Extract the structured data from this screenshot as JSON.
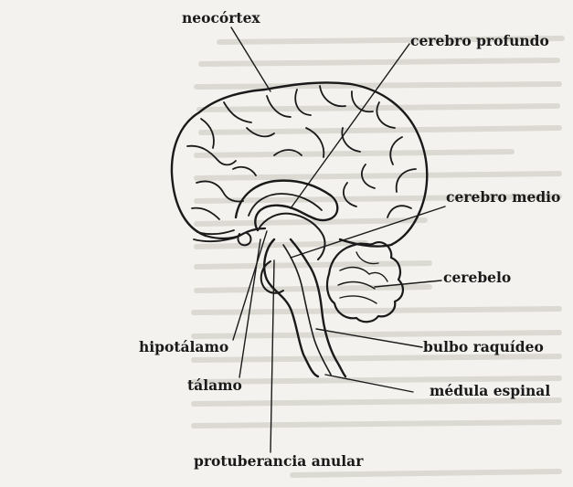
{
  "diagram": {
    "labels": {
      "neocortex": "neocórtex",
      "deep_brain": "cerebro profundo",
      "midbrain": "cerebro medio",
      "cerebellum": "cerebelo",
      "hypothalamus": "hipotálamo",
      "medulla": "bulbo raquídeo",
      "thalamus": "tálamo",
      "spinal_cord": "médula espinal",
      "pons": "protuberancia anular"
    }
  },
  "colors": {
    "background": "#f4f2ee",
    "ink": "#1a1a1a",
    "faint_text": "#b9b5ae"
  }
}
